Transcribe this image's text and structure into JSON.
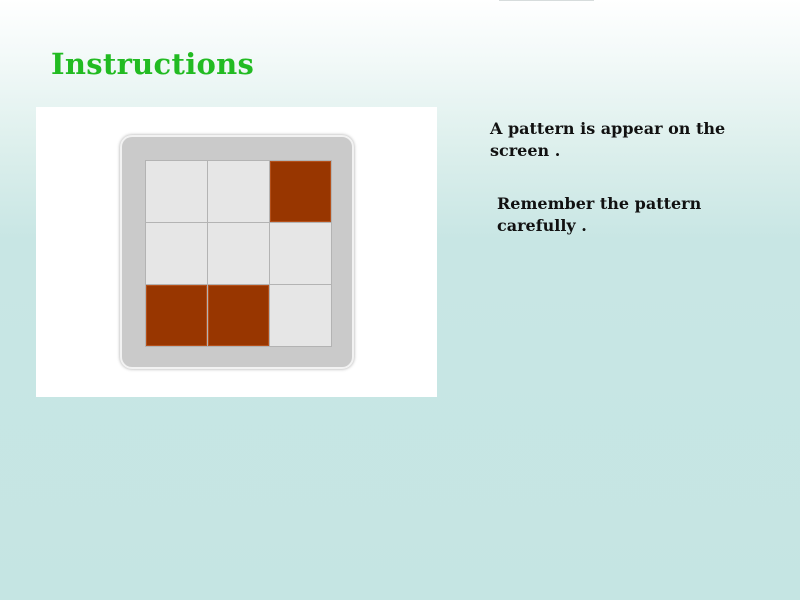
{
  "title": "Instructions",
  "pattern": {
    "rows": 3,
    "cols": 3,
    "cells": [
      0,
      0,
      1,
      0,
      0,
      0,
      1,
      1,
      0
    ],
    "colors": {
      "active": "#983600",
      "inactive": "#e6e6e6",
      "frame": "#cacaca"
    }
  },
  "instructions": [
    "A pattern is appear on the screen .",
    "Remember the pattern carefully ."
  ],
  "colors": {
    "title": "#22bb22",
    "background": "#c5e5e3",
    "text": "#111111"
  }
}
